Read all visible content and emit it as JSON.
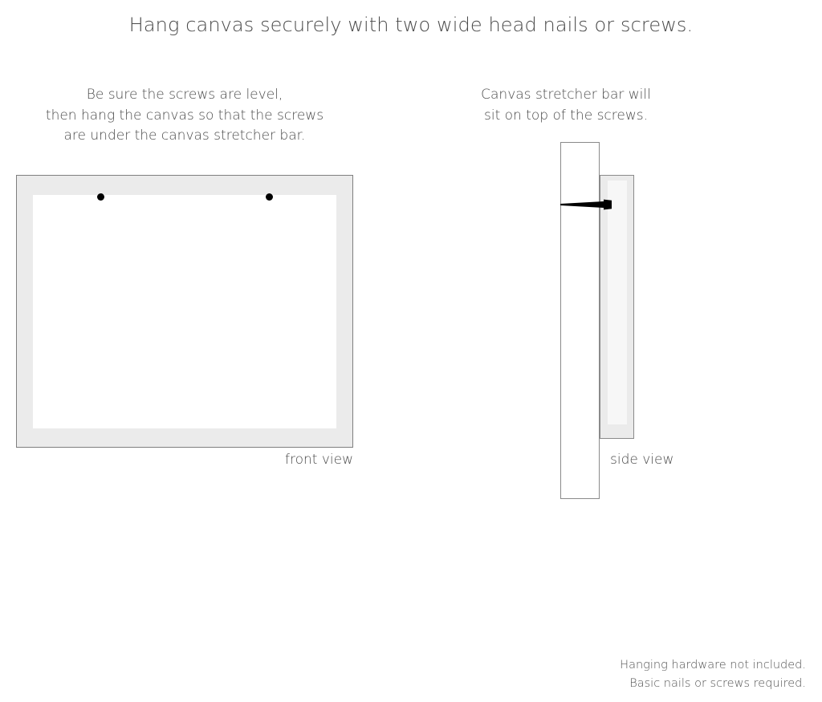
{
  "headline": "Hang canvas securely with two wide head nails or screws.",
  "captions": {
    "left": {
      "line1": "Be sure the screws are level,",
      "line2": "then hang the canvas so that the screws",
      "line3": "are under the canvas stretcher bar."
    },
    "right": {
      "line1": "Canvas stretcher bar will",
      "line2": "sit on top of the screws."
    }
  },
  "diagrams": {
    "front": {
      "label": "front view",
      "screw_count": 2
    },
    "side": {
      "label": "side view"
    }
  },
  "footer": {
    "line1": "Hanging hardware not included.",
    "line2": "Basic nails or screws required."
  },
  "colors": {
    "frame_fill": "#ebebeb",
    "frame_border": "#7f7f7f",
    "canvas_face": "#ffffff",
    "screw": "#000000",
    "text": "#4a4a4a",
    "background": "#ffffff"
  }
}
